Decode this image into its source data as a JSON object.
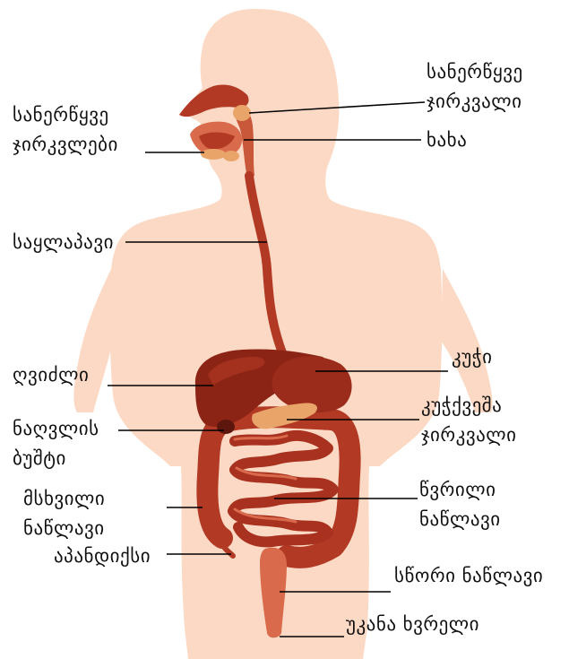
{
  "colors": {
    "body_silhouette": "#fcd9c4",
    "organ_dark": "#7a1c12",
    "organ_mid": "#b23a25",
    "organ_light": "#d96a4c",
    "pancreas": "#e9a46a",
    "leader_line": "#000000"
  },
  "labels": {
    "salivary_glands_left": "სანერწყვე\nჯირკვლები",
    "salivary_gland_right": "სანერწყვე\nჯირკვალი",
    "pharynx": "ხახა",
    "esophagus": "საყლაპავი",
    "liver": "ღვიძლი",
    "stomach": "კუჭი",
    "gallbladder": "ნაღვლის\nბუშტი",
    "pancreas": "კუჭქვეშა\nჯირკვალი",
    "large_intestine": "მსხვილი\nნაწლავი",
    "small_intestine": "წვრილი\nნაწლავი",
    "appendix": "აპანდიქსი",
    "rectum": "სწორი ნაწლავი",
    "anus": "უკანა ხვრელი"
  }
}
